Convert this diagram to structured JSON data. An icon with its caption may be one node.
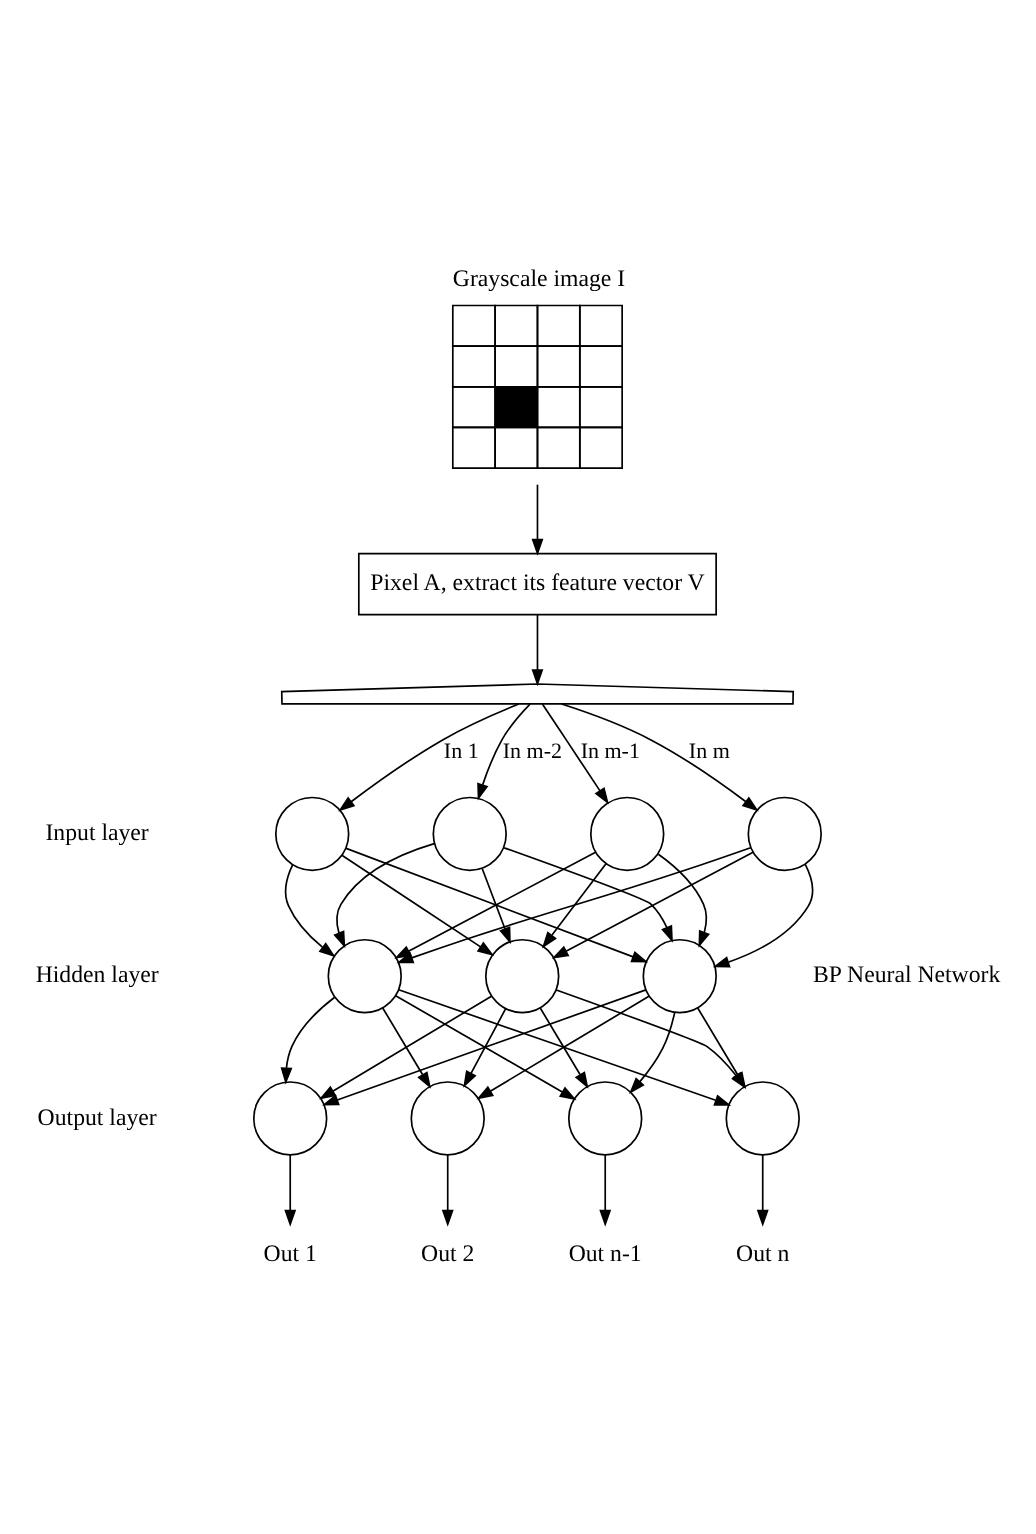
{
  "diagram": {
    "nodes": [
      {
        "text": [
          "Grayscale image I"
        ]
      },
      {
        "text": [
          "Pixel A, extract its feature vector V"
        ]
      },
      {
        "text": [],
        "shape": "bracket"
      },
      {
        "text": [],
        "shape": "circle"
      },
      {
        "text": [],
        "shape": "circle"
      },
      {
        "text": [],
        "shape": "circle"
      },
      {
        "text": [],
        "shape": "circle"
      },
      {
        "text": [],
        "shape": "circle"
      },
      {
        "text": [],
        "shape": "circle"
      },
      {
        "text": [],
        "shape": "circle"
      },
      {
        "text": [],
        "shape": "circle"
      },
      {
        "text": [],
        "shape": "circle"
      },
      {
        "text": [],
        "shape": "circle"
      },
      {
        "text": [],
        "shape": "circle"
      },
      {
        "text": [
          "Out 1"
        ]
      },
      {
        "text": [
          "Out 2"
        ]
      },
      {
        "text": [
          "Out n-1"
        ]
      },
      {
        "text": [
          "Out n"
        ]
      }
    ],
    "edges": [
      {
        "from": 0,
        "to": 1,
        "arrow": "to"
      },
      {
        "from": 1,
        "to": 2,
        "arrow": "to"
      },
      {
        "from": 2,
        "to": 3,
        "arrow": "to",
        "label": "In 1"
      },
      {
        "from": 2,
        "to": 4,
        "arrow": "to",
        "label": "In m-2"
      },
      {
        "from": 2,
        "to": 5,
        "arrow": "to",
        "label": "In m-1"
      },
      {
        "from": 2,
        "to": 6,
        "arrow": "to",
        "label": "In m"
      },
      {
        "from": 3,
        "to": 7,
        "arrow": "to"
      },
      {
        "from": 3,
        "to": 8,
        "arrow": "to"
      },
      {
        "from": 3,
        "to": 9,
        "arrow": "to"
      },
      {
        "from": 4,
        "to": 7,
        "arrow": "to"
      },
      {
        "from": 4,
        "to": 8,
        "arrow": "to"
      },
      {
        "from": 4,
        "to": 9,
        "arrow": "to"
      },
      {
        "from": 5,
        "to": 7,
        "arrow": "to"
      },
      {
        "from": 5,
        "to": 8,
        "arrow": "to"
      },
      {
        "from": 5,
        "to": 9,
        "arrow": "to"
      },
      {
        "from": 6,
        "to": 7,
        "arrow": "to"
      },
      {
        "from": 6,
        "to": 8,
        "arrow": "to"
      },
      {
        "from": 6,
        "to": 9,
        "arrow": "to"
      },
      {
        "from": 7,
        "to": 10,
        "arrow": "to"
      },
      {
        "from": 7,
        "to": 11,
        "arrow": "to"
      },
      {
        "from": 7,
        "to": 12,
        "arrow": "to"
      },
      {
        "from": 7,
        "to": 13,
        "arrow": "to"
      },
      {
        "from": 8,
        "to": 10,
        "arrow": "to"
      },
      {
        "from": 8,
        "to": 11,
        "arrow": "to"
      },
      {
        "from": 8,
        "to": 12,
        "arrow": "to"
      },
      {
        "from": 8,
        "to": 13,
        "arrow": "to"
      },
      {
        "from": 9,
        "to": 10,
        "arrow": "to"
      },
      {
        "from": 9,
        "to": 11,
        "arrow": "to"
      },
      {
        "from": 9,
        "to": 12,
        "arrow": "to"
      },
      {
        "from": 9,
        "to": 13,
        "arrow": "to"
      },
      {
        "from": 10,
        "to": 14,
        "arrow": "to"
      },
      {
        "from": 11,
        "to": 15,
        "arrow": "to"
      },
      {
        "from": 12,
        "to": 16,
        "arrow": "to"
      },
      {
        "from": 13,
        "to": 17,
        "arrow": "to"
      }
    ],
    "labels": [
      "Input layer",
      "Hidden layer",
      "Output layer",
      "BP Neural Network"
    ]
  }
}
